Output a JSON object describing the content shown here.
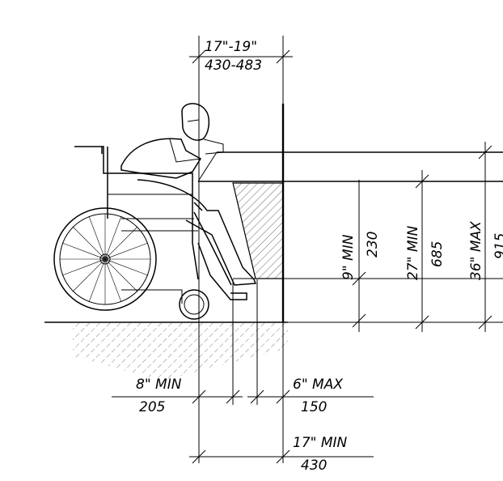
{
  "dimensions": {
    "top_imperial": "17\"-19\"",
    "top_metric": "430-483",
    "knee_imperial": "9\" MIN",
    "knee_metric": "230",
    "underside_imperial": "27\" MIN",
    "underside_metric": "685",
    "counter_imperial": "36\" MAX",
    "counter_metric": "915",
    "toe_imperial": "8\" MIN",
    "toe_metric": "205",
    "toe_depth_imperial": "6\" MAX",
    "toe_depth_metric": "150",
    "knee_depth_imperial": "17\" MIN",
    "knee_depth_metric": "430"
  }
}
